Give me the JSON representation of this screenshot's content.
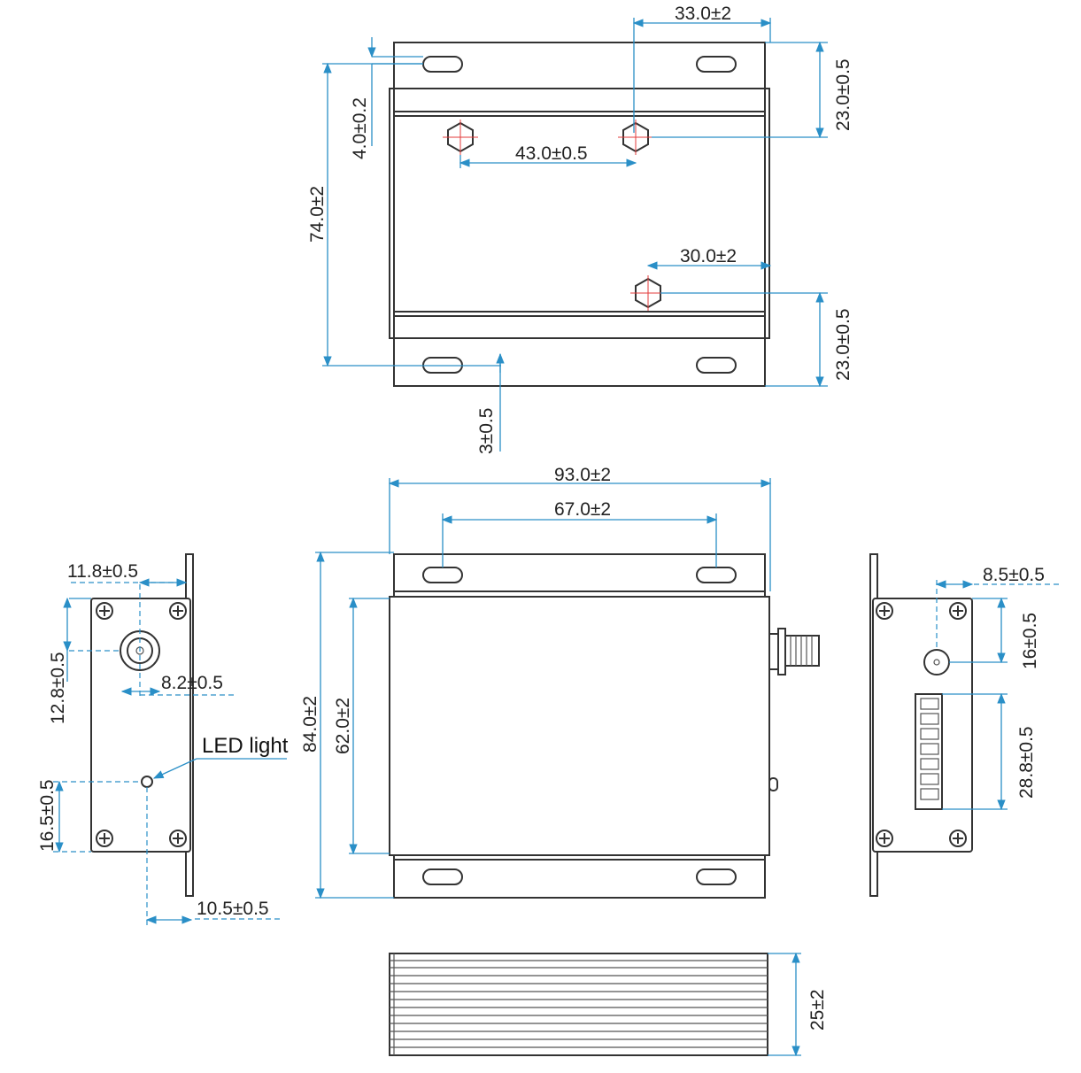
{
  "dimensions": {
    "top_33": "33.0±2",
    "top_23_upper": "23.0±0.5",
    "top_4": "4.0±0.2",
    "top_74": "74.0±2",
    "top_43": "43.0±0.5",
    "top_30": "30.0±2",
    "top_23_lower": "23.0±0.5",
    "top_3": "3±0.5",
    "front_93": "93.0±2",
    "front_67": "67.0±2",
    "front_84": "84.0±2",
    "front_62": "62.0±2",
    "left_11_8": "11.8±0.5",
    "left_12_8": "12.8±0.5",
    "left_8_2": "8.2±0.5",
    "left_16_5": "16.5±0.5",
    "left_10_5": "10.5±0.5",
    "right_8_5": "8.5±0.5",
    "right_16": "16±0.5",
    "right_28_8": "28.8±0.5",
    "bottom_25": "25±2"
  },
  "labels": {
    "led": "LED light"
  },
  "colors": {
    "dimension": "#2a8fc7",
    "outline": "#333333",
    "center_mark": "#e33b3b"
  }
}
